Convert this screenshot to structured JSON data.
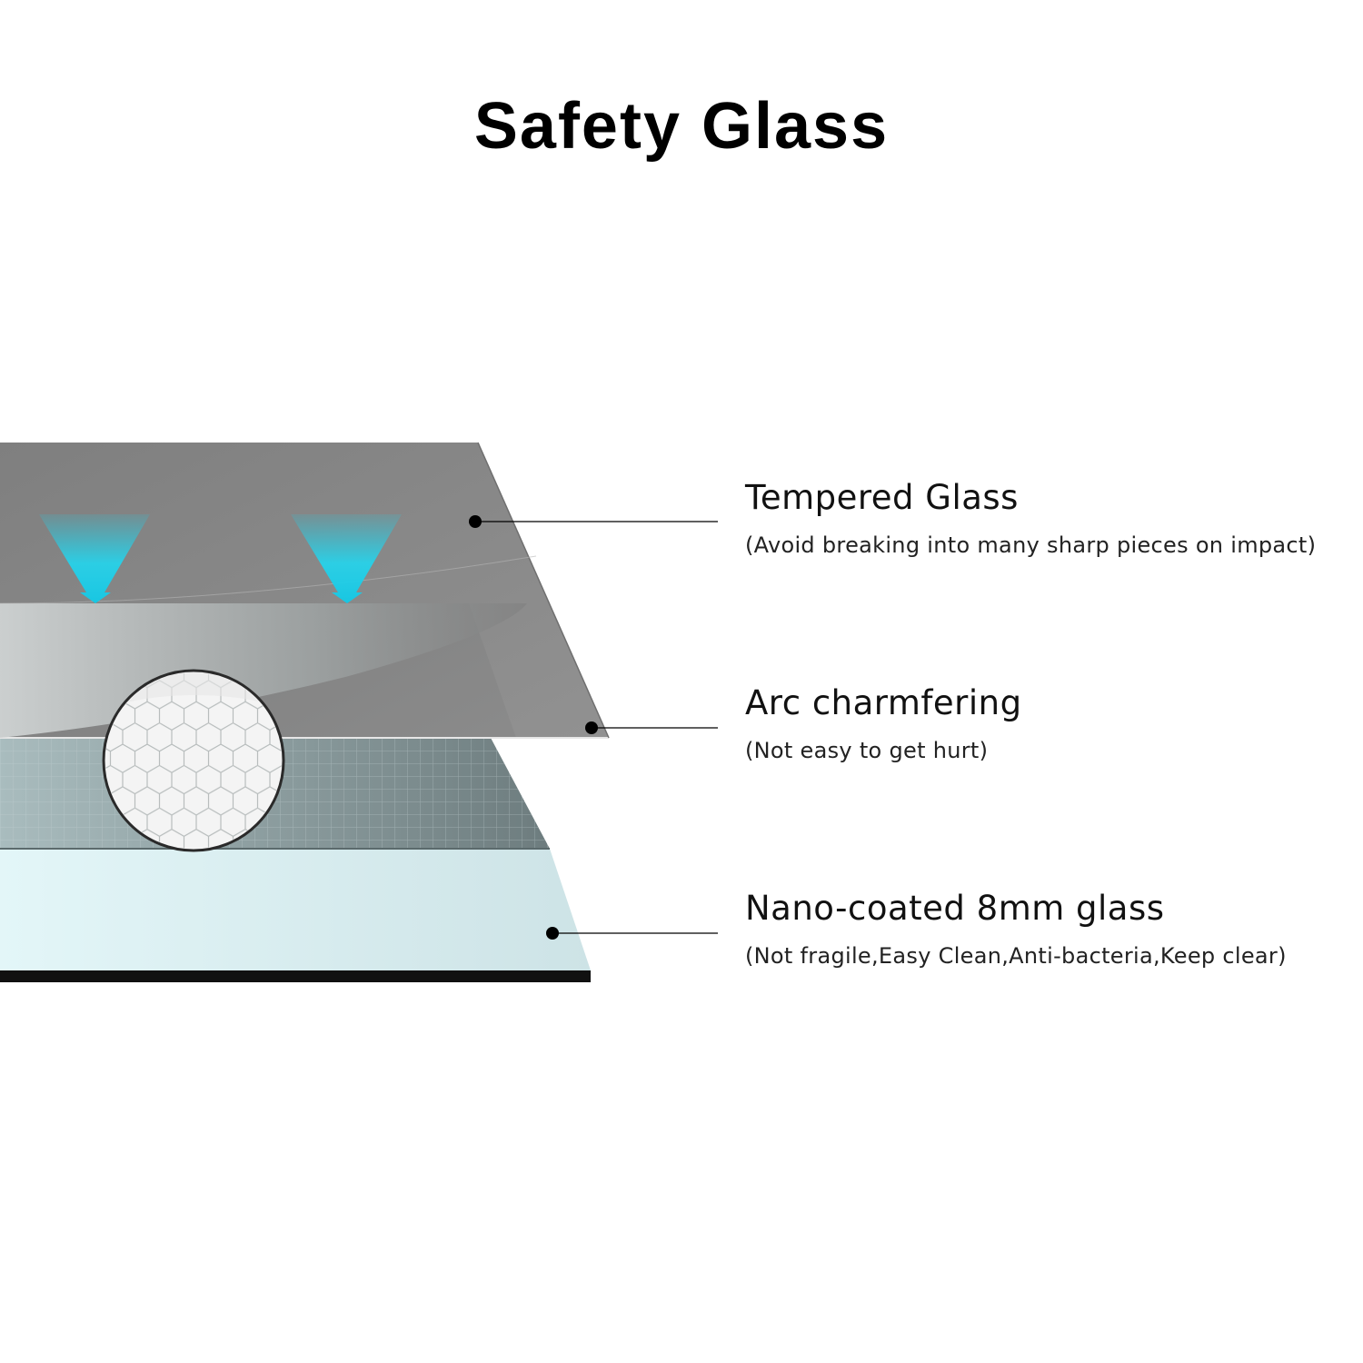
{
  "title": "Safety Glass",
  "layers": [
    {
      "name": "Tempered Glass",
      "description": "(Avoid breaking into many sharp pieces on impact)"
    },
    {
      "name": "Arc charmfering",
      "description": "(Not easy to get hurt)"
    },
    {
      "name": "Nano-coated 8mm glass",
      "description": "(Not fragile,Easy Clean,Anti-bacteria,Keep clear)"
    }
  ],
  "colors": {
    "tempered": "#8a8a8a",
    "middle": "#3e4446",
    "mesh": "#7f9092",
    "base": "#dff1f3",
    "arrow": "#1fd0ea"
  },
  "icons": [
    "down-arrow-icon",
    "down-arrow-icon",
    "magnifier-honeycomb-icon"
  ]
}
